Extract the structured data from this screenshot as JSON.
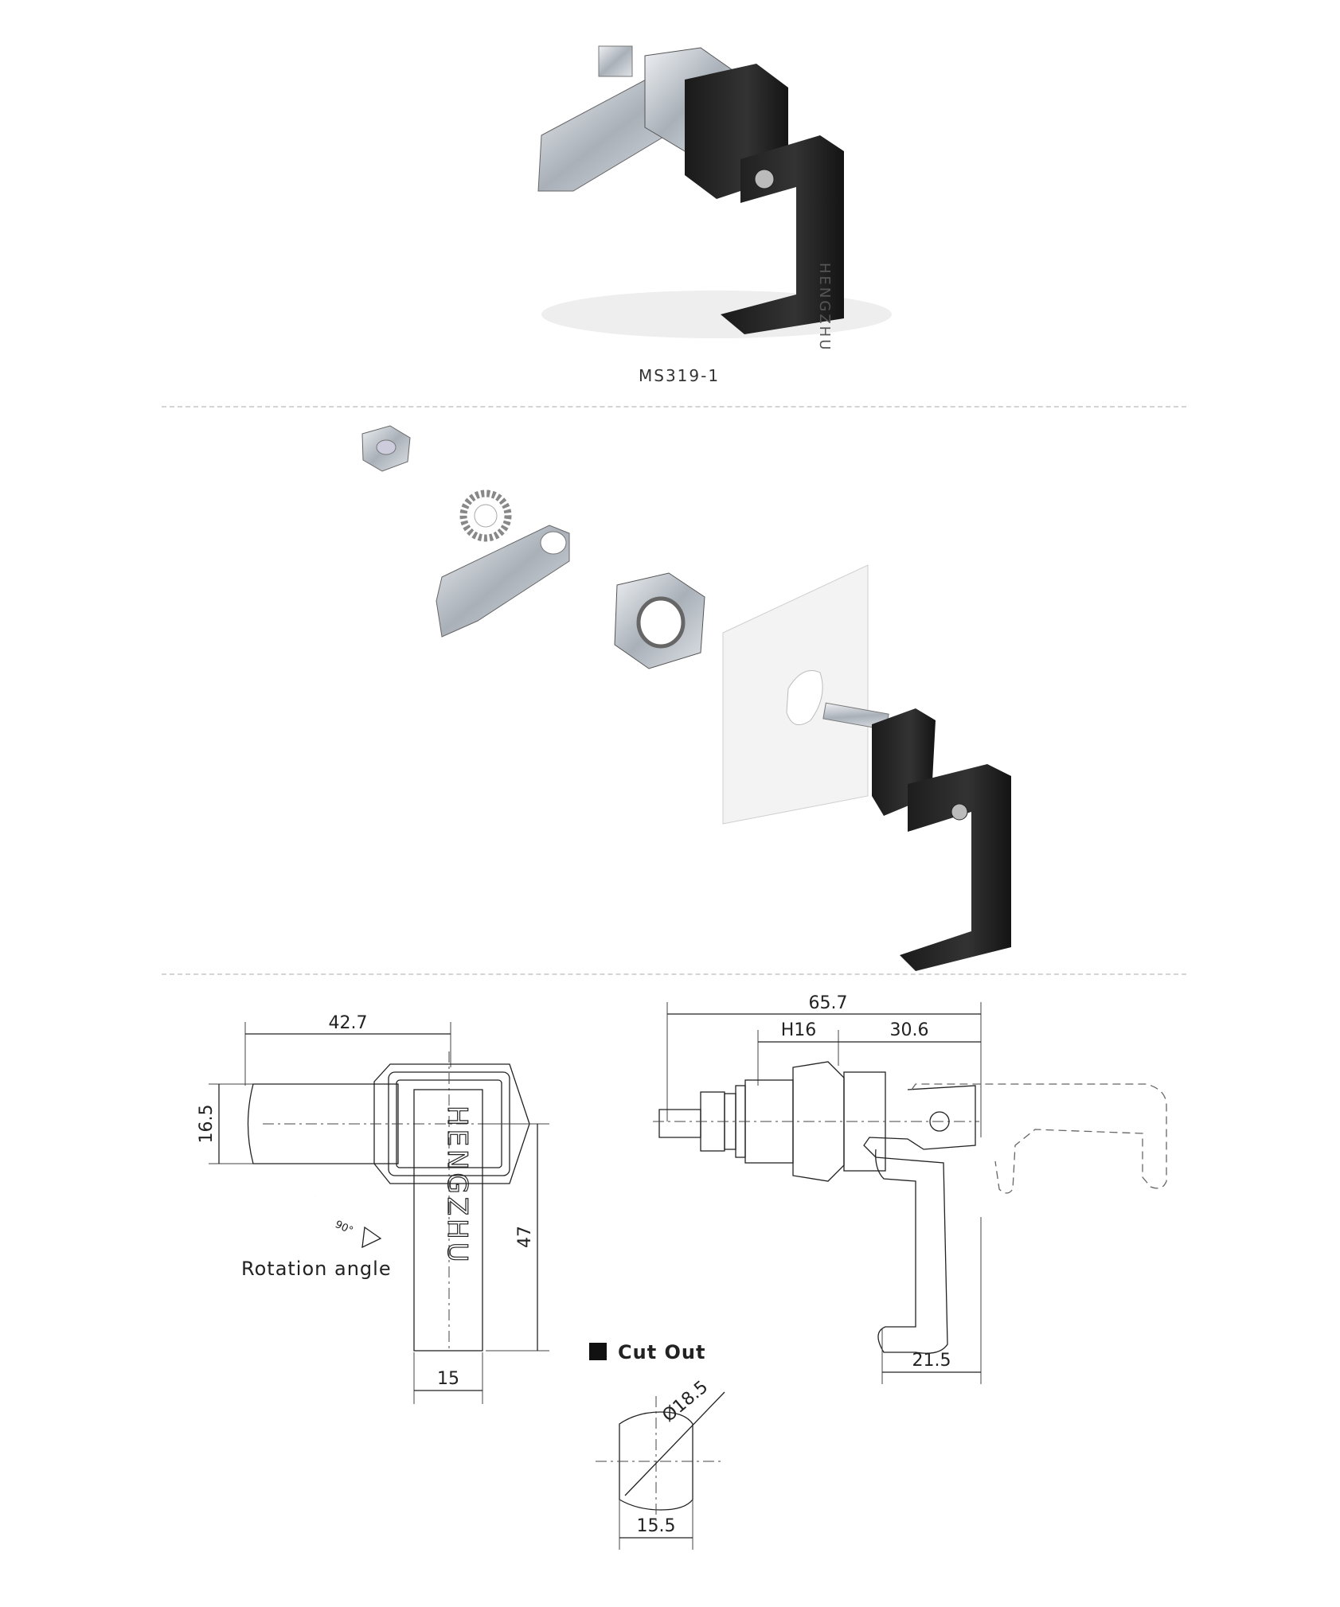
{
  "product": {
    "model": "MS319-1",
    "brand_mark": "HENGZHU"
  },
  "drawing": {
    "dimensions": {
      "cam_length": "42.7",
      "cam_width": "16.5",
      "body_height": "47",
      "body_width": "15",
      "overall_length": "65.7",
      "thread": "H16",
      "grip_length": "30.6",
      "hook_depth": "21.5",
      "cutout_diameter": "Ø18.5",
      "cutout_flat": "15.5"
    },
    "rotation_angle_value": "90°",
    "rotation_label": "Rotation angle",
    "cutout_label": "Cut Out"
  }
}
